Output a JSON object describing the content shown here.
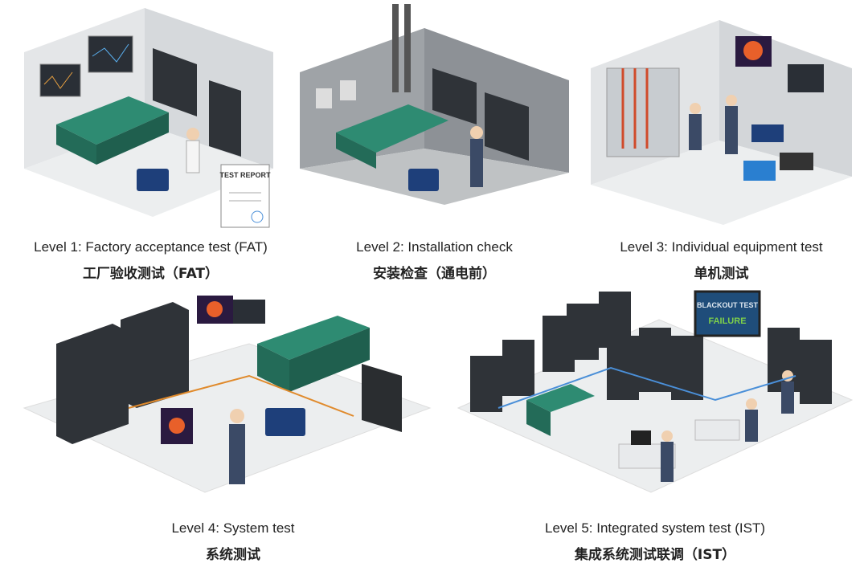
{
  "levels": [
    {
      "en": "Level 1: Factory acceptance test (FAT)",
      "zh": "工厂验收测试（FAT）",
      "report_label": "TEST REPORT"
    },
    {
      "en": "Level 2: Installation check",
      "zh": "安装检查（通电前）"
    },
    {
      "en": "Level 3: Individual equipment test",
      "zh": "单机测试"
    },
    {
      "en": "Level 4: System test",
      "zh": "系统测试"
    },
    {
      "en": "Level 5: Integrated system test (IST)",
      "zh": "集成系统测试联调（IST）",
      "screen_title": "BLACKOUT TEST",
      "screen_status": "FAILURE"
    }
  ],
  "colors": {
    "generator": "#2e8b72",
    "cabinet": "#2f3338",
    "worker": "#3b4a66",
    "cable_orange": "#e08a2c",
    "cable_blue": "#4a8fd8"
  }
}
